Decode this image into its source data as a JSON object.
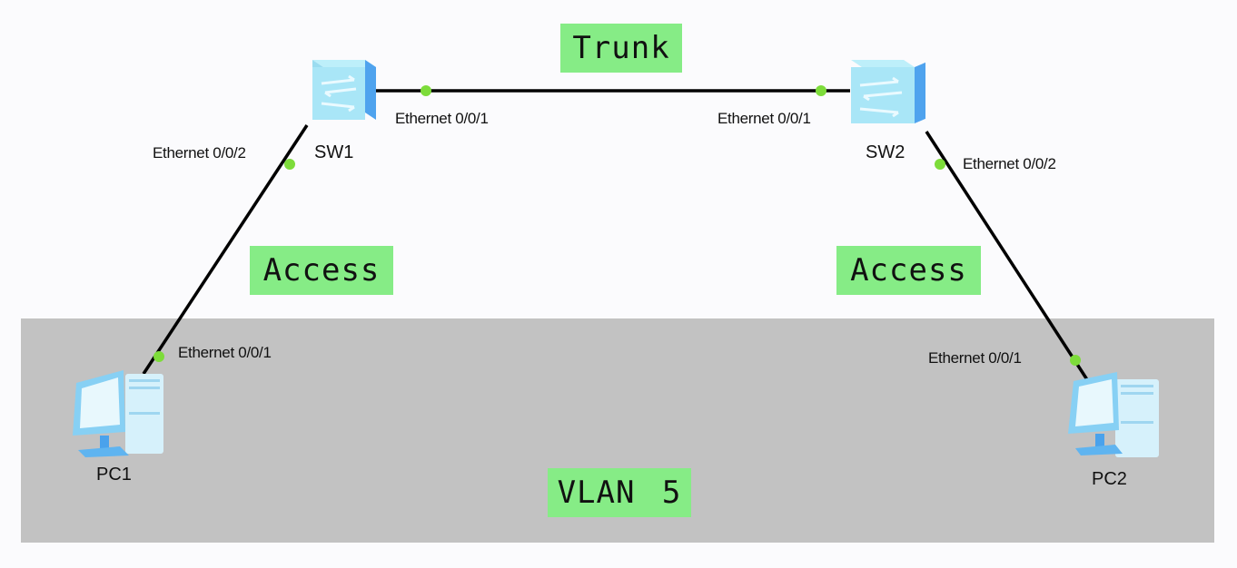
{
  "diagram": {
    "zone_label": "VLAN 5",
    "link_labels": {
      "trunk": "Trunk",
      "access_left": "Access",
      "access_right": "Access"
    },
    "devices": {
      "sw1": {
        "label": "SW1",
        "type": "switch"
      },
      "sw2": {
        "label": "SW2",
        "type": "switch"
      },
      "pc1": {
        "label": "PC1",
        "type": "pc"
      },
      "pc2": {
        "label": "PC2",
        "type": "pc"
      }
    },
    "ports": {
      "sw1_trunk": "Ethernet 0/0/1",
      "sw2_trunk": "Ethernet 0/0/1",
      "sw1_access": "Ethernet 0/0/2",
      "sw2_access": "Ethernet 0/0/2",
      "pc1_port": "Ethernet 0/0/1",
      "pc2_port": "Ethernet 0/0/1"
    },
    "links": [
      {
        "from": "SW1",
        "to": "SW2",
        "mode": "Trunk"
      },
      {
        "from": "SW1",
        "to": "PC1",
        "mode": "Access"
      },
      {
        "from": "SW2",
        "to": "PC2",
        "mode": "Access"
      }
    ],
    "colors": {
      "tag_bg": "#86ec86",
      "zone_bg": "#c2c2c2",
      "port_dot": "#7ddc3a",
      "link": "#000000"
    }
  }
}
